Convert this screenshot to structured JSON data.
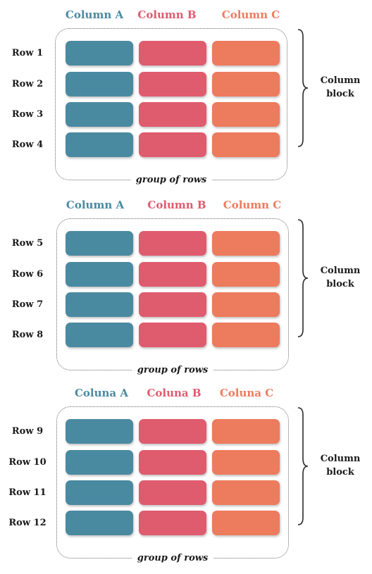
{
  "colors": {
    "col_a": "#4a8aa1",
    "col_b": "#df5b6e",
    "col_c": "#ed7b5d",
    "text": "#1a1a1a"
  },
  "blocks": [
    {
      "columns": [
        "Column A",
        "Column B",
        "Column C"
      ],
      "rows": [
        "Row 1",
        "Row 2",
        "Row 3",
        "Row 4"
      ],
      "group_label": "group of rows",
      "block_label": [
        "Column",
        "block"
      ]
    },
    {
      "columns": [
        "Column A",
        "Column B",
        "Column C"
      ],
      "rows": [
        "Row 5",
        "Row 6",
        "Row 7",
        "Row 8"
      ],
      "group_label": "group of rows",
      "block_label": [
        "Column",
        "block"
      ]
    },
    {
      "columns": [
        "Coluna A",
        "Coluna B",
        "Coluna C"
      ],
      "rows": [
        "Row 9",
        "Row 10",
        "Row 11",
        "Row 12"
      ],
      "group_label": "group of rows",
      "block_label": [
        "Column",
        "block"
      ]
    }
  ]
}
